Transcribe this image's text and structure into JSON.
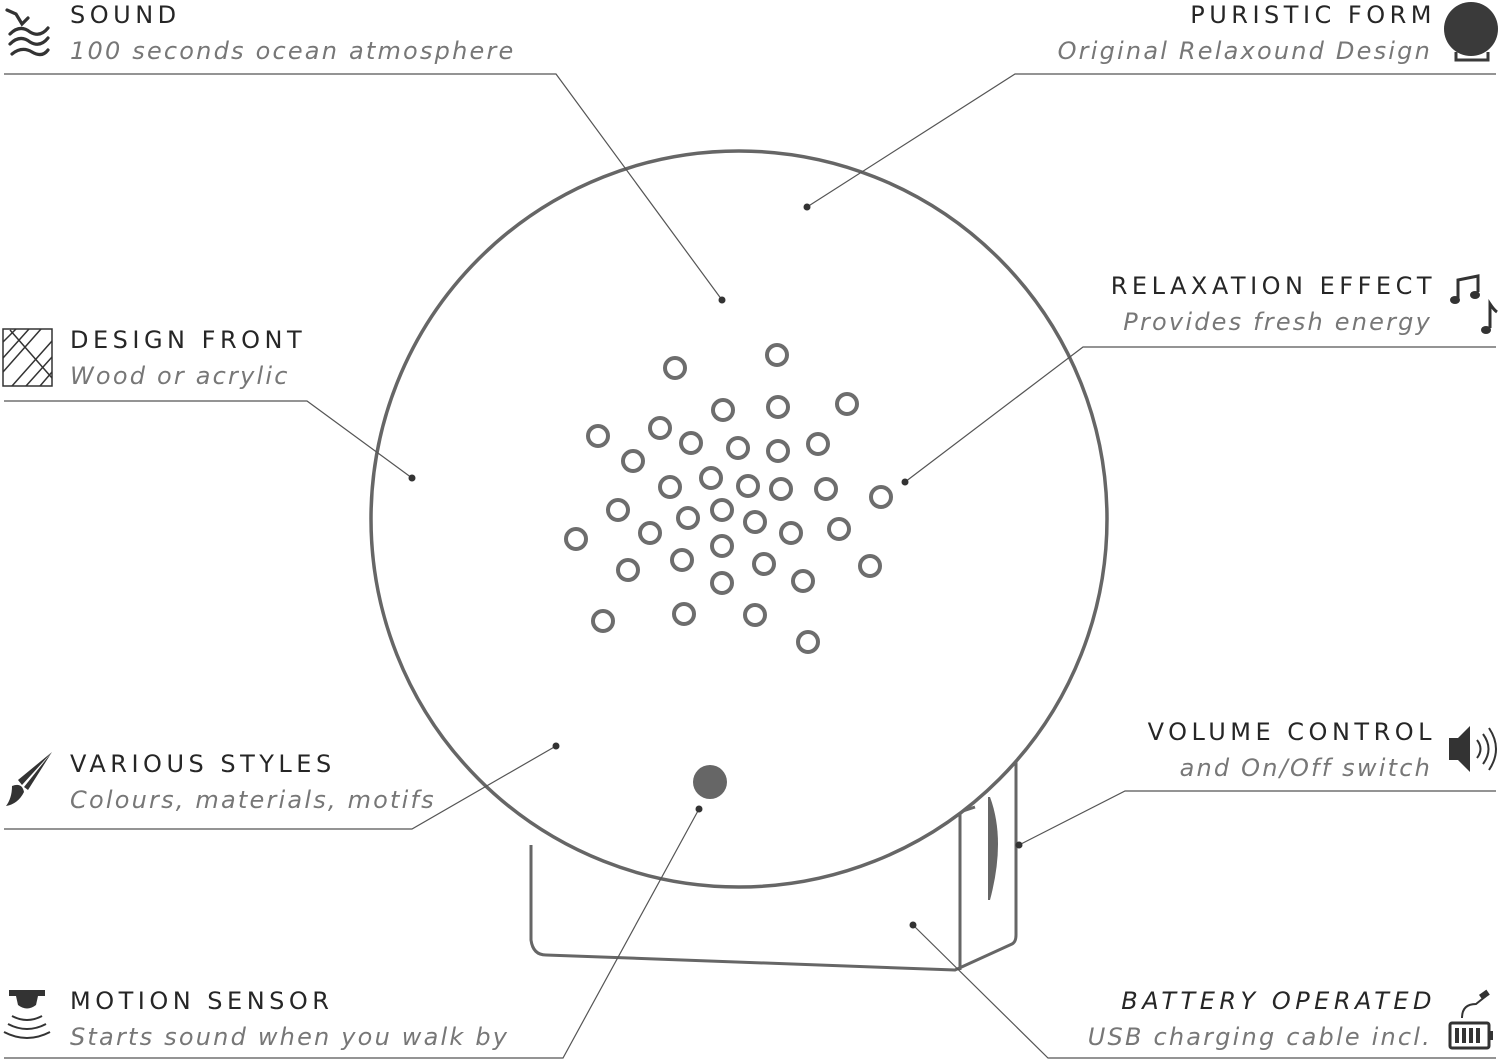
{
  "callouts": {
    "sound": {
      "title": "SOUND",
      "subtitle": "100 seconds ocean atmosphere",
      "icon": "wave-bird-icon"
    },
    "puristic_form": {
      "title": "PURISTIC FORM",
      "subtitle": "Original Relaxound Design",
      "icon": "disc-icon"
    },
    "design_front": {
      "title": "DESIGN FRONT",
      "subtitle": "Wood or acrylic",
      "icon": "hatched-panel-icon"
    },
    "relaxation_effect": {
      "title": "RELAXATION EFFECT",
      "subtitle": "Provides fresh energy",
      "icon": "music-notes-icon"
    },
    "various_styles": {
      "title": "VARIOUS STYLES",
      "subtitle": "Colours, materials, motifs",
      "icon": "paintbrush-icon"
    },
    "volume_control": {
      "title": "VOLUME CONTROL",
      "subtitle": "and On/Off switch",
      "icon": "speaker-icon"
    },
    "motion_sensor": {
      "title": "MOTION SENSOR",
      "subtitle": "Starts sound when you walk by",
      "icon": "motion-sensor-icon"
    },
    "battery_operated": {
      "title": "BATTERY OPERATED",
      "subtitle": "USB charging cable incl.",
      "icon": "battery-cable-icon"
    }
  },
  "colors": {
    "line": "#666666",
    "text": "#262626",
    "subtext": "#777777",
    "dot": "#333333"
  }
}
